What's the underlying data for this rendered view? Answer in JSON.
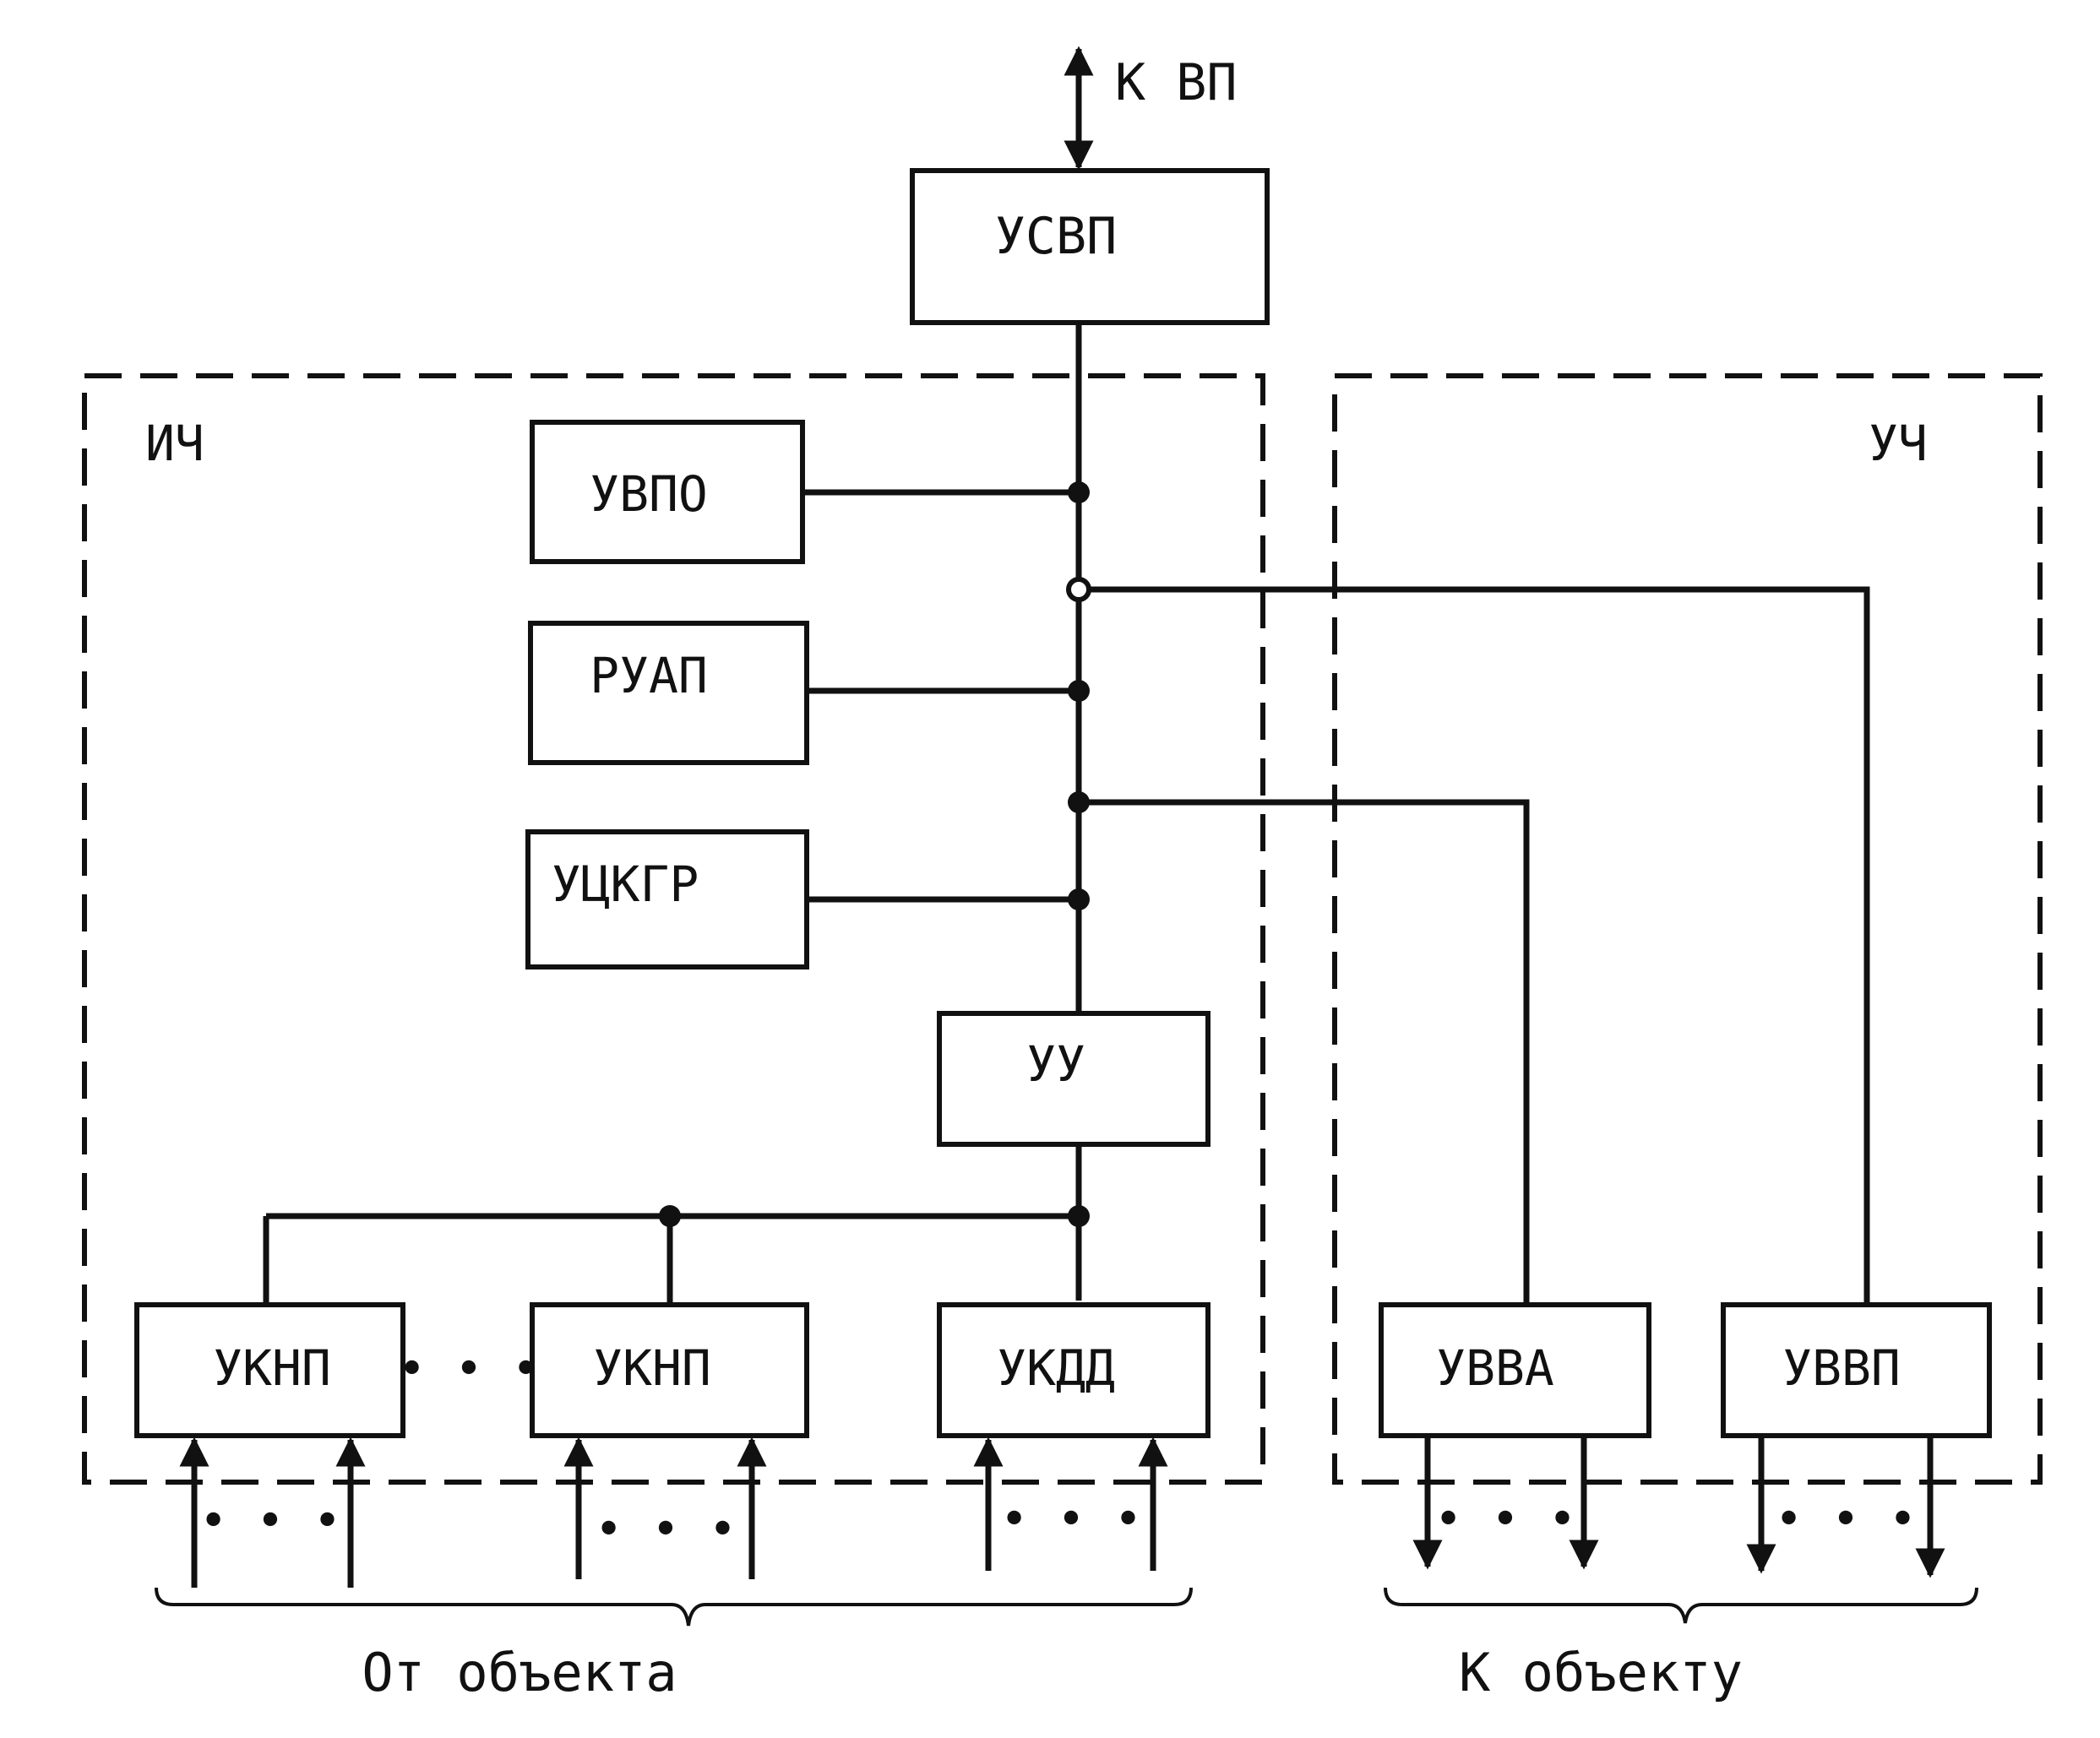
{
  "labels": {
    "k_vp": "К ВП",
    "ich": "ИЧ",
    "uch": "УЧ",
    "from_object": "От объекта",
    "to_object": "К объекту"
  },
  "blocks": {
    "usvp": "УСВП",
    "uvpo": "УВПО",
    "ruap": "РУАП",
    "uckgr": "УЦКГР",
    "uu": "УУ",
    "uknp_1": "УКНП",
    "uknp_2": "УКНП",
    "ukdd": "УКДД",
    "uvva": "УВВА",
    "uvvp": "УВВП"
  },
  "ellipsis": "• • •"
}
